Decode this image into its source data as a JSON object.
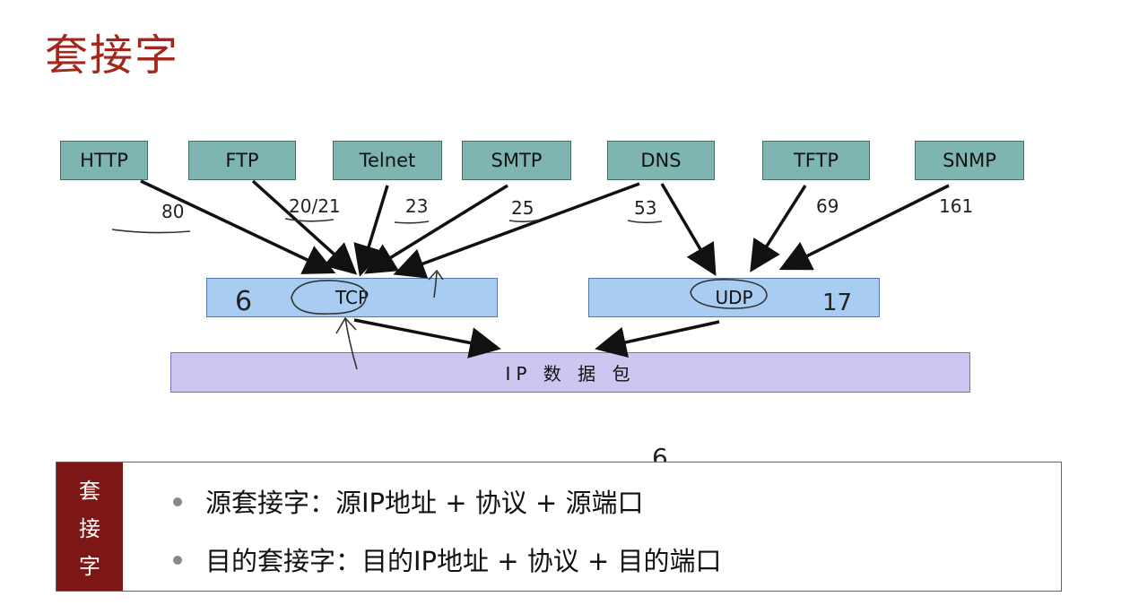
{
  "title": "套接字",
  "protocols": [
    {
      "name": "HTTP",
      "port": "80"
    },
    {
      "name": "FTP",
      "port": "20/21"
    },
    {
      "name": "Telnet",
      "port": "23"
    },
    {
      "name": "SMTP",
      "port": "25"
    },
    {
      "name": "DNS",
      "port": "53"
    },
    {
      "name": "TFTP",
      "port": "69"
    },
    {
      "name": "SNMP",
      "port": "161"
    }
  ],
  "layers": {
    "tcp": "TCP",
    "udp": "UDP",
    "ip": "IP 数 据 包"
  },
  "annotations": {
    "tcp_number": "6",
    "udp_number": "17",
    "ip_number": "6"
  },
  "socket": {
    "side_chars": [
      "套",
      "接",
      "字"
    ],
    "items": [
      "源套接字：源IP地址 + 协议 + 源端口",
      "目的套接字：目的IP地址 + 协议 + 目的端口"
    ]
  },
  "colors": {
    "title": "#a3271c",
    "protocol_box": "#7fb5b0",
    "layer_box": "#a9cdf2",
    "ip_box": "#cec5f1",
    "socket_side": "#7d1716"
  }
}
